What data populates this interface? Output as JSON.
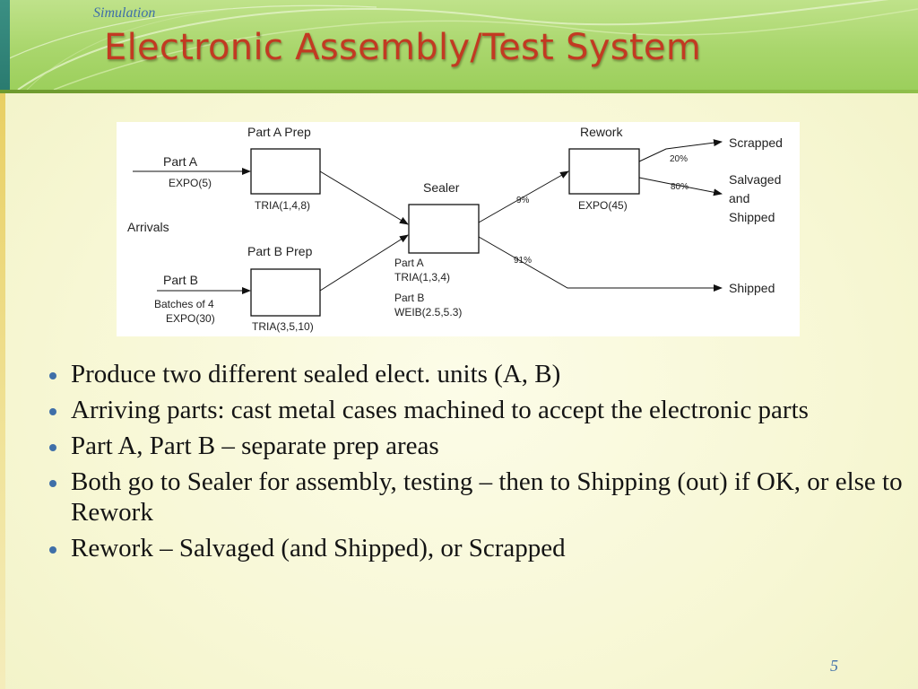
{
  "slide": {
    "course_label": "Simulation",
    "title": "Electronic Assembly/Test System",
    "page_number": "5"
  },
  "diagram": {
    "arrivals_label": "Arrivals",
    "part_a": {
      "label": "Part A",
      "dist": "EXPO(5)"
    },
    "part_b": {
      "label": "Part B",
      "batch": "Batches of 4",
      "dist": "EXPO(30)"
    },
    "prep_a": {
      "label": "Part A Prep",
      "dist": "TRIA(1,4,8)"
    },
    "prep_b": {
      "label": "Part B Prep",
      "dist": "TRIA(3,5,10)"
    },
    "sealer": {
      "label": "Sealer",
      "part_a_label": "Part A",
      "part_a_dist": "TRIA(1,3,4)",
      "part_b_label": "Part B",
      "part_b_dist": "WEIB(2.5,5.3)"
    },
    "rework": {
      "label": "Rework",
      "dist": "EXPO(45)"
    },
    "pct_to_rework": "9%",
    "pct_to_shipped": "91%",
    "pct_scrapped": "20%",
    "pct_salvaged": "80%",
    "out_scrapped": "Scrapped",
    "out_salvaged_1": "Salvaged",
    "out_salvaged_2": "and",
    "out_salvaged_3": "Shipped",
    "out_shipped": "Shipped"
  },
  "bullets": [
    "Produce two different sealed elect. units (A, B)",
    "Arriving parts:  cast metal cases machined to accept the electronic parts",
    "Part A, Part B – separate prep areas",
    "Both go to Sealer for assembly, testing – then to Shipping (out) if OK, or else to Rework",
    "Rework – Salvaged (and Shipped), or Scrapped"
  ],
  "colors": {
    "title": "#c23a22",
    "accent_blue": "#3f6fa8",
    "header_green": "#a9d66c",
    "background": "#f7f7d4"
  }
}
